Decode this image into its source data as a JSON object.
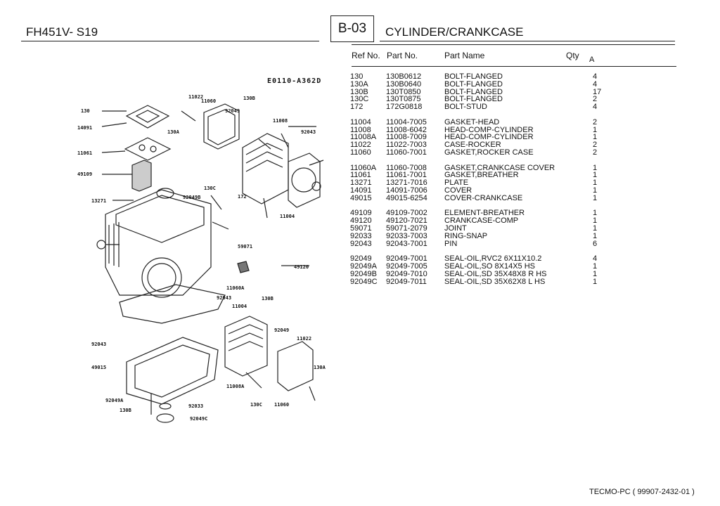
{
  "header": {
    "model": "FH451V- S19",
    "page_code": "B-03",
    "section_title": "CYLINDER/CRANKCASE"
  },
  "columns": {
    "ref_no": "Ref No.",
    "part_no": "Part No.",
    "part_name": "Part Name",
    "qty": "Qty",
    "qty_sub": "A"
  },
  "diagram": {
    "code": "E0110-A362D",
    "callouts": [
      "130",
      "14091",
      "11061",
      "49109",
      "13271",
      "11022",
      "11060",
      "130B",
      "92049",
      "11008",
      "130A",
      "92043",
      "130C",
      "172",
      "92049B",
      "11004",
      "59071",
      "49120",
      "11060A",
      "92043",
      "11004",
      "130B",
      "92049",
      "11022",
      "92043",
      "49015",
      "130A",
      "11008A",
      "92049A",
      "130B",
      "92033",
      "92049C",
      "130C",
      "11060"
    ]
  },
  "parts": [
    {
      "ref": "130",
      "num": "130B0612",
      "name": "BOLT-FLANGED",
      "qty": "4"
    },
    {
      "ref": "130A",
      "num": "130B0640",
      "name": "BOLT-FLANGED",
      "qty": "4"
    },
    {
      "ref": "130B",
      "num": "130T0850",
      "name": "BOLT-FLANGED",
      "qty": "17"
    },
    {
      "ref": "130C",
      "num": "130T0875",
      "name": "BOLT-FLANGED",
      "qty": "2"
    },
    {
      "ref": "172",
      "num": "172G0818",
      "name": "BOLT-STUD",
      "qty": "4"
    },
    {
      "ref": "11004",
      "num": "11004-7005",
      "name": "GASKET-HEAD",
      "qty": "2"
    },
    {
      "ref": "11008",
      "num": "11008-6042",
      "name": "HEAD-COMP-CYLINDER",
      "qty": "1"
    },
    {
      "ref": "11008A",
      "num": "11008-7009",
      "name": "HEAD-COMP-CYLINDER",
      "qty": "1"
    },
    {
      "ref": "11022",
      "num": "11022-7003",
      "name": "CASE-ROCKER",
      "qty": "2"
    },
    {
      "ref": "11060",
      "num": "11060-7001",
      "name": "GASKET,ROCKER CASE",
      "qty": "2"
    },
    {
      "ref": "11060A",
      "num": "11060-7008",
      "name": "GASKET,CRANKCASE COVER",
      "qty": "1"
    },
    {
      "ref": "11061",
      "num": "11061-7001",
      "name": "GASKET,BREATHER",
      "qty": "1"
    },
    {
      "ref": "13271",
      "num": "13271-7016",
      "name": "PLATE",
      "qty": "1"
    },
    {
      "ref": "14091",
      "num": "14091-7006",
      "name": "COVER",
      "qty": "1"
    },
    {
      "ref": "49015",
      "num": "49015-6254",
      "name": "COVER-CRANKCASE",
      "qty": "1"
    },
    {
      "ref": "49109",
      "num": "49109-7002",
      "name": "ELEMENT-BREATHER",
      "qty": "1"
    },
    {
      "ref": "49120",
      "num": "49120-7021",
      "name": "CRANKCASE-COMP",
      "qty": "1"
    },
    {
      "ref": "59071",
      "num": "59071-2079",
      "name": "JOINT",
      "qty": "1"
    },
    {
      "ref": "92033",
      "num": "92033-7003",
      "name": "RING-SNAP",
      "qty": "1"
    },
    {
      "ref": "92043",
      "num": "92043-7001",
      "name": "PIN",
      "qty": "6"
    },
    {
      "ref": "92049",
      "num": "92049-7001",
      "name": "SEAL-OIL,RVC2 6X11X10.2",
      "qty": "4"
    },
    {
      "ref": "92049A",
      "num": "92049-7005",
      "name": "SEAL-OIL,SO 8X14X5 HS",
      "qty": "1"
    },
    {
      "ref": "92049B",
      "num": "92049-7010",
      "name": "SEAL-OIL,SD 35X48X8 R HS",
      "qty": "1"
    },
    {
      "ref": "92049C",
      "num": "92049-7011",
      "name": "SEAL-OIL,SD 35X62X8 L HS",
      "qty": "1"
    }
  ],
  "footer": "TECMO-PC  ( 99907-2432-01 )"
}
